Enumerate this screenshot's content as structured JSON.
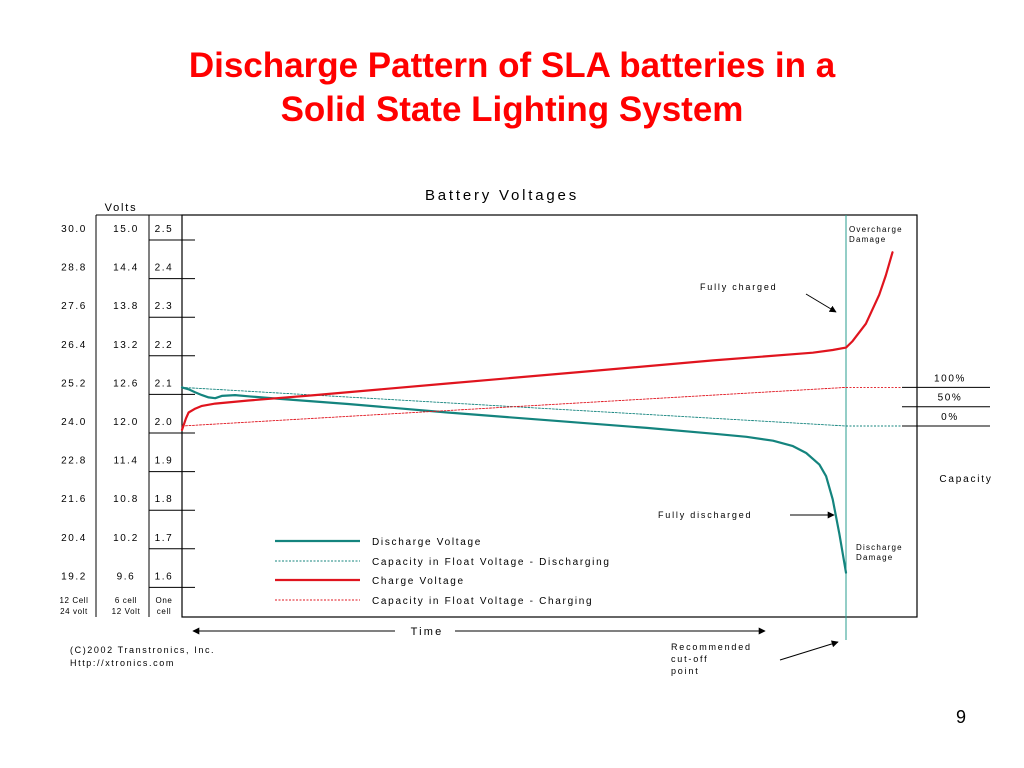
{
  "slide": {
    "title_line1": "Discharge Pattern of SLA batteries in a",
    "title_line2": "Solid State Lighting System",
    "page_number": "9"
  },
  "colors": {
    "title": "#ff0000",
    "discharge": "#14847e",
    "charge": "#e0141e",
    "cutoff_line": "#2a9d8f",
    "frame": "#000000"
  },
  "chart_data": {
    "type": "line",
    "title": "Battery Voltages",
    "volts_header": "Volts",
    "volt_scales": [
      {
        "header": [
          "12 Cell",
          "24 volt"
        ],
        "ticks": [
          "30.0",
          "28.8",
          "27.6",
          "26.4",
          "25.2",
          "24.0",
          "22.8",
          "21.6",
          "20.4",
          "19.2"
        ]
      },
      {
        "header": [
          "6 cell",
          "12 Volt"
        ],
        "ticks": [
          "15.0",
          "14.4",
          "13.8",
          "13.2",
          "12.6",
          "12.0",
          "11.4",
          "10.8",
          "10.2",
          "9.6"
        ]
      },
      {
        "header": [
          "One",
          "cell"
        ],
        "ticks": [
          "2.5",
          "2.4",
          "2.3",
          "2.2",
          "2.1",
          "2.0",
          "1.9",
          "1.8",
          "1.7",
          "1.6"
        ]
      }
    ],
    "ylim_cell_volts": [
      1.55,
      2.52
    ],
    "xlabel": "Time",
    "x_axis": "time (unlabeled, 0-100 relative)",
    "xlim": [
      0,
      100
    ],
    "capacity_axis": {
      "label": "Capacity",
      "ticks": [
        {
          "label": "100%",
          "cell_volts": 2.1
        },
        {
          "label": "50%",
          "cell_volts": 2.05
        },
        {
          "label": "0%",
          "cell_volts": 2.0
        }
      ]
    },
    "series": [
      {
        "name": "Discharge Voltage",
        "style": "solid-thick",
        "color": "#14847e",
        "x": [
          0,
          1,
          2,
          3,
          4,
          5,
          6,
          8,
          10,
          15,
          25,
          40,
          55,
          70,
          80,
          85,
          89,
          92,
          94,
          96,
          97,
          98,
          99,
          100
        ],
        "y": [
          2.1,
          2.095,
          2.087,
          2.08,
          2.074,
          2.072,
          2.078,
          2.08,
          2.077,
          2.07,
          2.057,
          2.035,
          2.015,
          1.995,
          1.98,
          1.972,
          1.962,
          1.948,
          1.93,
          1.9,
          1.87,
          1.81,
          1.72,
          1.62
        ]
      },
      {
        "name": "Capacity in Float Voltage - Discharging",
        "style": "dotted",
        "color": "#14847e",
        "x": [
          0,
          100
        ],
        "y": [
          2.1,
          2.0
        ]
      },
      {
        "name": "Charge Voltage",
        "style": "solid-thick",
        "color": "#e0141e",
        "x": [
          0,
          0.3,
          0.6,
          1,
          2,
          3,
          5,
          10,
          20,
          40,
          60,
          80,
          95,
          98,
          100,
          101,
          103,
          105,
          106,
          107
        ],
        "y": [
          1.99,
          2.005,
          2.02,
          2.035,
          2.045,
          2.052,
          2.058,
          2.066,
          2.08,
          2.11,
          2.14,
          2.17,
          2.19,
          2.197,
          2.203,
          2.22,
          2.265,
          2.34,
          2.39,
          2.45
        ]
      },
      {
        "name": "Capacity in Float Voltage - Charging",
        "style": "dotted",
        "color": "#e0141e",
        "x": [
          0,
          100
        ],
        "y": [
          2.0,
          2.1
        ]
      }
    ],
    "annotations": [
      {
        "name": "fully-charged",
        "text": "Fully charged"
      },
      {
        "name": "fully-discharged",
        "text": "Fully discharged"
      },
      {
        "name": "overcharge-damage",
        "lines": [
          "Overcharge",
          "Damage"
        ]
      },
      {
        "name": "discharge-damage",
        "lines": [
          "Discharge",
          "Damage"
        ]
      },
      {
        "name": "recommended-cutoff",
        "lines": [
          "Recommended",
          "cut-off",
          "point"
        ]
      }
    ],
    "copyright": [
      "(C)2002 Transtronics, Inc.",
      "Http://xtronics.com"
    ],
    "grid": false,
    "legend_position": "bottom-center inside plot"
  }
}
